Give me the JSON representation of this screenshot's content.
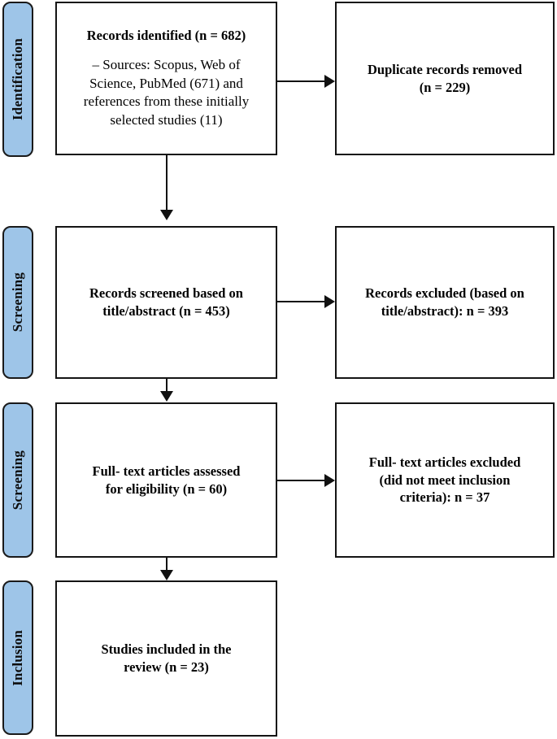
{
  "diagram": {
    "title": "PRISMA study selection flow diagram",
    "accent_blue": "#9EC5E8",
    "border_color": "#141414",
    "stages": [
      {
        "id": "identification",
        "label": "Identification"
      },
      {
        "id": "screening-1",
        "label": "Screening"
      },
      {
        "id": "screening-2",
        "label": "Screening"
      },
      {
        "id": "inclusion",
        "label": "Inclusion"
      }
    ],
    "boxes": {
      "records_identified": {
        "heading": "Records identified (n = 682)",
        "body": "– Sources: Scopus, Web of\nScience, PubMed (671) and\nreferences from these initially\nselected studies  (11)"
      },
      "duplicates_removed": {
        "text": "Duplicate records removed\n(n = 229)"
      },
      "records_screened": {
        "text": "Records screened based on\ntitle/abstract (n = 453)"
      },
      "records_excluded": {
        "text": "Records excluded (based on\ntitle/abstract): n = 393"
      },
      "fulltext_assessed": {
        "text": "Full-  text articles assessed\nfor eligibility (n = 60)"
      },
      "fulltext_excluded": {
        "text": "Full-  text articles excluded\n(did not meet inclusion\ncriteria): n = 37"
      },
      "studies_included": {
        "text": "Studies included in the\nreview (n = 23)"
      }
    },
    "counts": {
      "identified_total": 682,
      "databases": 671,
      "references": 11,
      "duplicates_removed": 229,
      "screened": 453,
      "excluded_title_abstract": 393,
      "fulltext_assessed": 60,
      "fulltext_excluded": 37,
      "included": 23
    }
  }
}
